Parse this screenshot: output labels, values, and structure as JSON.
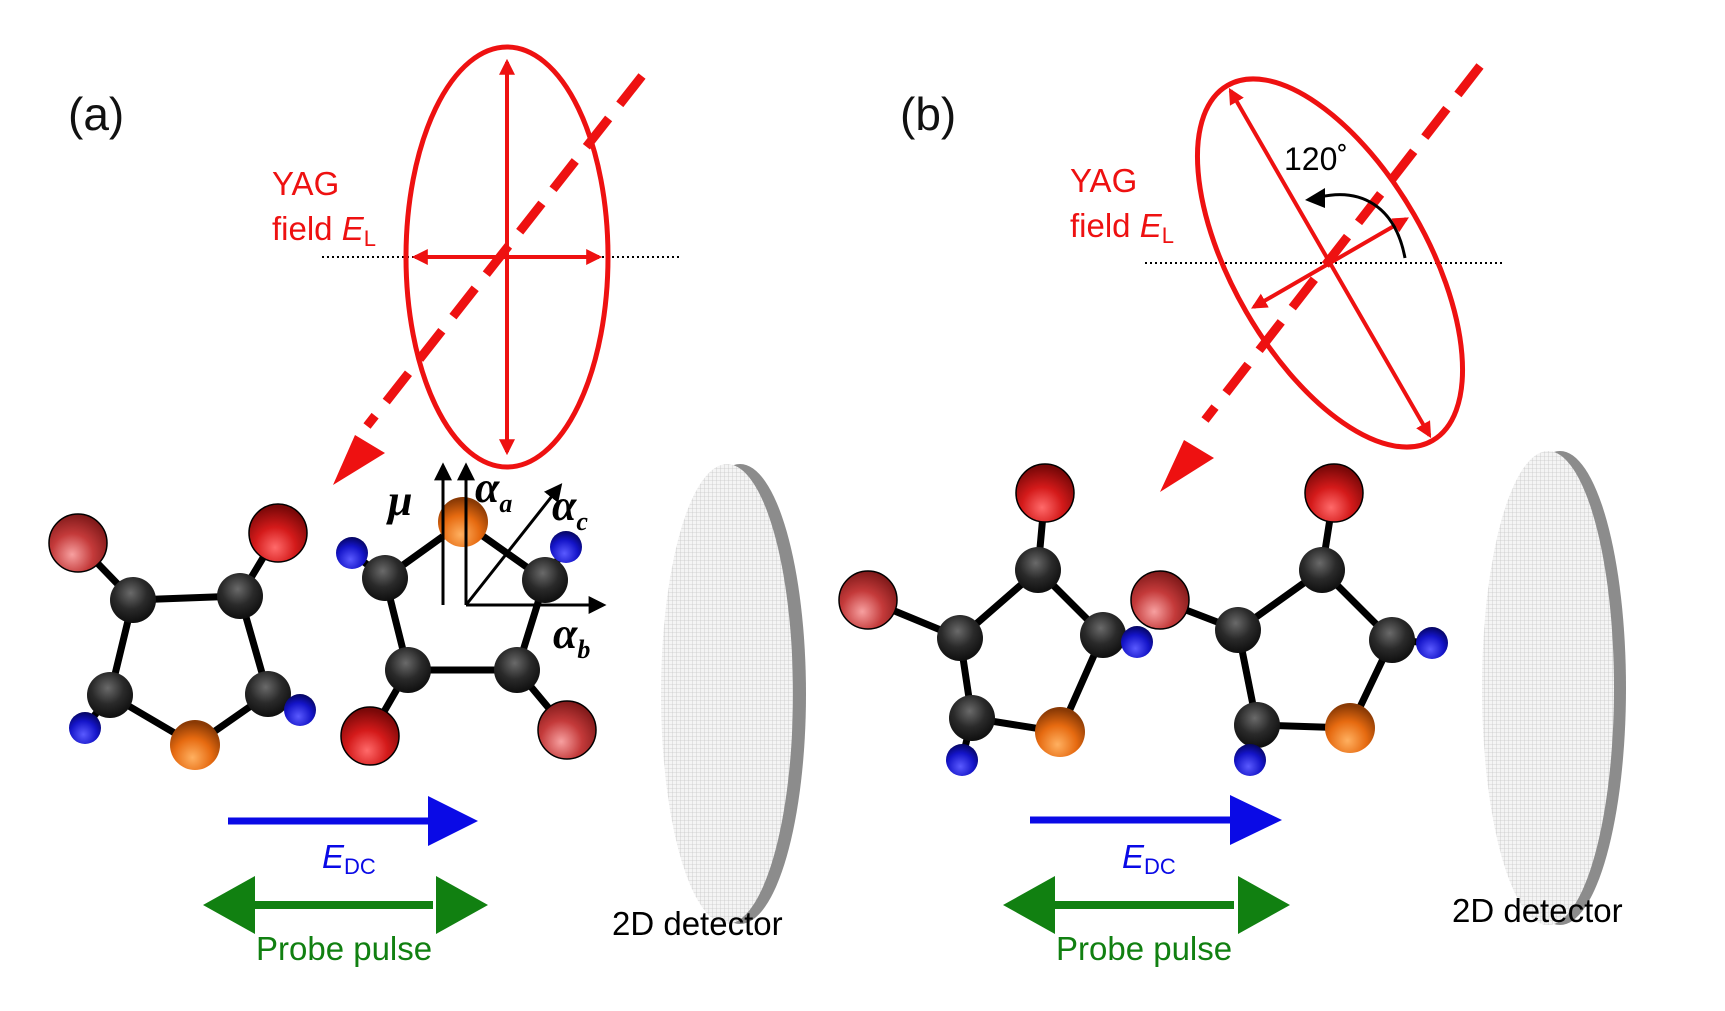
{
  "panel_a": {
    "label": "(a)",
    "yag_line1": "YAG",
    "yag_field": "field ",
    "yag_E": "E",
    "yag_sub": "L",
    "mu": "μ",
    "alpha": "α",
    "sub_a": "a",
    "sub_b": "b",
    "sub_c": "c",
    "edc_E": "E",
    "edc_sub": "DC",
    "probe": "Probe pulse",
    "detector": "2D detector"
  },
  "panel_b": {
    "label": "(b)",
    "yag_line1": "YAG",
    "yag_field": "field ",
    "yag_E": "E",
    "yag_sub": "L",
    "angle": "120˚",
    "edc_E": "E",
    "edc_sub": "DC",
    "probe": "Probe pulse",
    "detector": "2D detector"
  },
  "colors": {
    "laser": "#ee1111",
    "dc_field": "#0a0ae6",
    "probe": "#118011",
    "oxygen": "#c41515",
    "nitrogen": "#1a1ab0",
    "sulfur": "#e0660a",
    "carbon": "#2a2a2a"
  }
}
